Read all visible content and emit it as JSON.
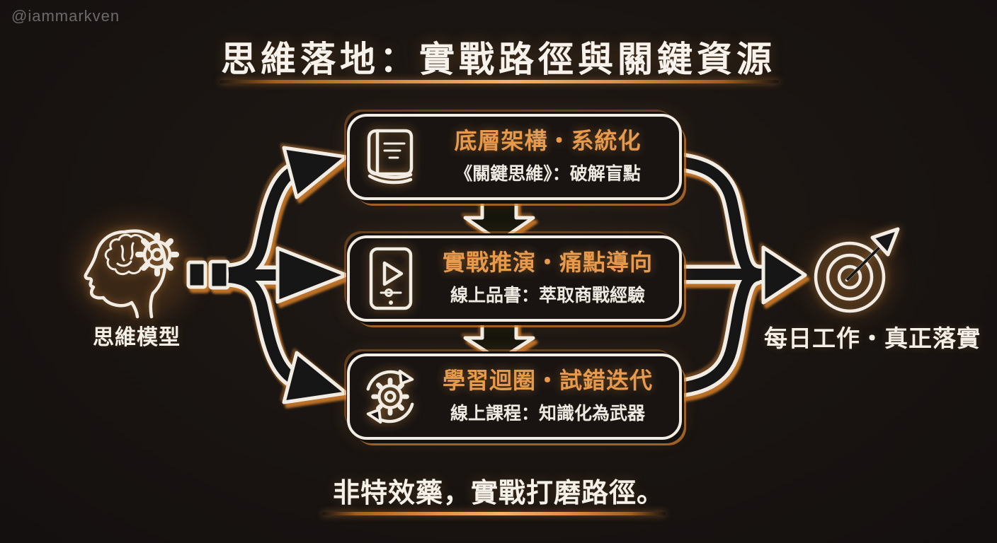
{
  "watermark": "@iammarkven",
  "title": "思維落地：實戰路徑與關鍵資源",
  "source": {
    "icon": "head-brain-gear-icon",
    "label": "思維模型"
  },
  "destination": {
    "icon": "target-arrow-icon",
    "label": "每日工作・真正落實"
  },
  "steps": [
    {
      "icon": "book-icon",
      "title": "底層架構・系統化",
      "subtitle": "《關鍵思維》：破解盲點"
    },
    {
      "icon": "tablet-play-icon",
      "title": "實戰推演・痛點導向",
      "subtitle": "線上品書：萃取商戰經驗"
    },
    {
      "icon": "sync-gear-icon",
      "title": "學習迴圈・試錯迭代",
      "subtitle": "線上課程：知識化為武器"
    }
  ],
  "footer": "非特效藥，實戰打磨路徑。",
  "colors": {
    "background": "#191411",
    "line_white": "#f2ede4",
    "accent_orange": "#e79a4c",
    "echo_orange": "#c9792c"
  }
}
